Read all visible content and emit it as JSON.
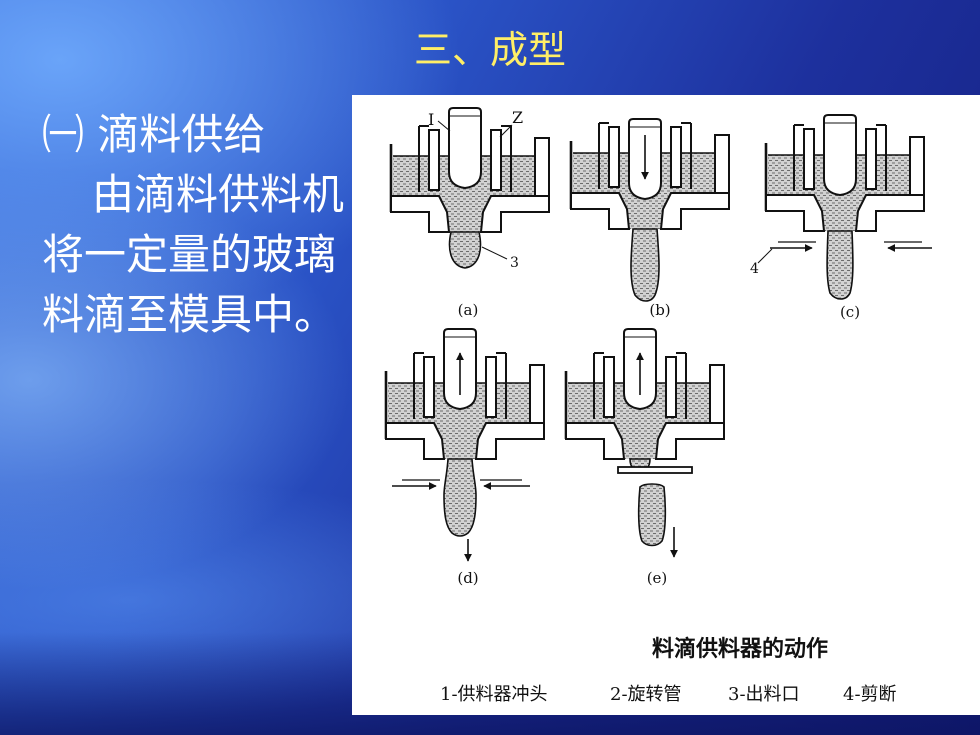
{
  "slide": {
    "title": "三、成型",
    "body_lines": [
      "㈠ 滴料供给",
      "由滴料供料机",
      "将一定量的玻璃",
      "料滴至模具中。"
    ]
  },
  "figure": {
    "part_labels": {
      "plunger": "I",
      "tube": "Z",
      "orifice": "3",
      "shear": "4"
    },
    "panels": [
      {
        "label": "(a)"
      },
      {
        "label": "(b)"
      },
      {
        "label": "(c)"
      },
      {
        "label": "(d)"
      },
      {
        "label": "(e)"
      }
    ],
    "caption": "料滴供料器的动作",
    "legend": [
      "1-供料器冲头",
      "2-旋转管",
      "3-出料口",
      "4-剪断"
    ]
  },
  "colors": {
    "title": "#ffee66",
    "body_text": "#ffffff",
    "figure_background": "#ffffff",
    "line_art": "#111111",
    "background_dark": "#131c7a",
    "background_light": "#3769d9"
  }
}
